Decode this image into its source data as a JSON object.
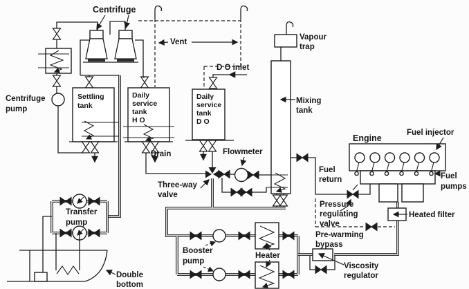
{
  "diagram": {
    "type": "marine-engine-fuel-oil-system",
    "colors": {
      "line": "#1c1c1c",
      "background": "#fcfcfc",
      "text": "#161616"
    },
    "labels": {
      "centrifuge": "Centrifuge",
      "vent": "Vent",
      "vapour_trap": [
        "Vapour",
        "trap"
      ],
      "do_inlet": "D O  inlet",
      "centrifuge_pump": [
        "Centrifuge",
        "pump"
      ],
      "settling_tank": [
        "Settling",
        "tank"
      ],
      "daily_service_tank_ho": [
        "Daily",
        "service",
        "tank",
        "H O"
      ],
      "daily_service_tank_do": [
        "Daily",
        "service",
        "tank",
        "D O"
      ],
      "mixing_tank": [
        "Mixing",
        "tank"
      ],
      "engine": "Engine",
      "fuel_injector": "Fuel injector",
      "fuel_pumps": [
        "Fuel",
        "pumps"
      ],
      "drain": "Drain",
      "flowmeter": "Flowmeter",
      "three_way_valve": [
        "Three-way",
        "valve"
      ],
      "fuel_return": [
        "Fuel",
        "return"
      ],
      "pressure_regulating_valve": [
        "Pressure",
        "regulating",
        "valve"
      ],
      "pre_warming_bypass": [
        "Pre-warming",
        "bypass"
      ],
      "heated_filter": "Heated filter",
      "transfer_pump": [
        "Transfer",
        "pump"
      ],
      "booster_pump": [
        "Booster",
        "pump"
      ],
      "heater": "Heater",
      "viscosity_regulator": [
        "Viscosity",
        "regulator"
      ],
      "double_bottom": [
        "Double",
        "bottom"
      ]
    }
  }
}
